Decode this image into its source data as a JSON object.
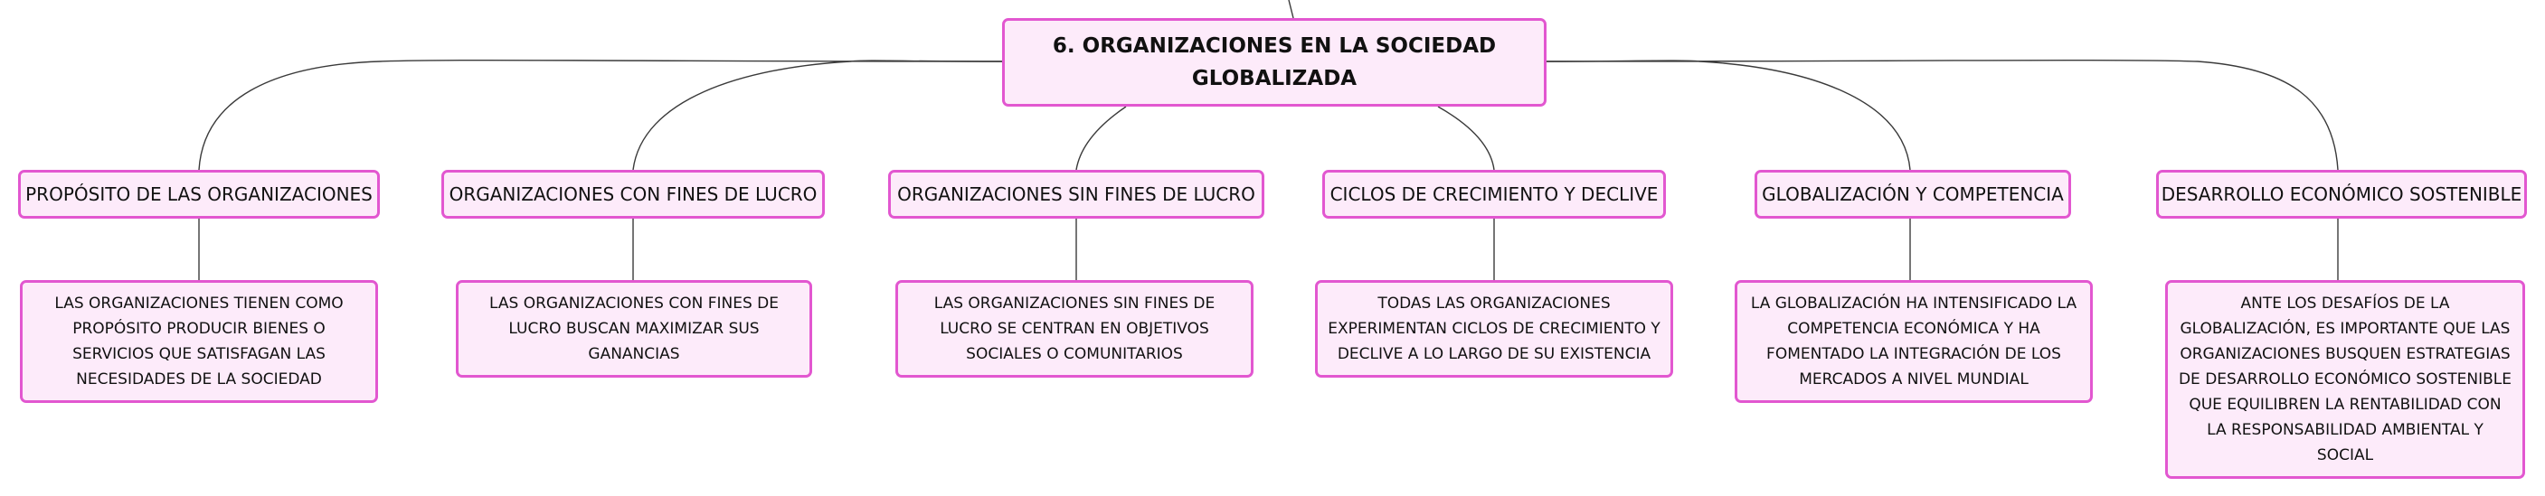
{
  "root": {
    "title": "6. ORGANIZACIONES EN LA SOCIEDAD GLOBALIZADA"
  },
  "branches": [
    {
      "label": "PROPÓSITO DE LAS ORGANIZACIONES",
      "detail": "LAS ORGANIZACIONES TIENEN COMO PROPÓSITO PRODUCIR BIENES O SERVICIOS QUE SATISFAGAN LAS NECESIDADES DE LA SOCIEDAD"
    },
    {
      "label": "ORGANIZACIONES CON FINES DE LUCRO",
      "detail": "LAS ORGANIZACIONES CON FINES DE LUCRO BUSCAN MAXIMIZAR SUS GANANCIAS"
    },
    {
      "label": "ORGANIZACIONES SIN FINES DE LUCRO",
      "detail": "LAS ORGANIZACIONES SIN FINES DE LUCRO SE CENTRAN EN OBJETIVOS SOCIALES O COMUNITARIOS"
    },
    {
      "label": "CICLOS DE CRECIMIENTO Y DECLIVE",
      "detail": "TODAS LAS ORGANIZACIONES EXPERIMENTAN CICLOS DE CRECIMIENTO Y DECLIVE A LO LARGO DE SU EXISTENCIA"
    },
    {
      "label": "GLOBALIZACIÓN Y COMPETENCIA",
      "detail": "LA GLOBALIZACIÓN HA INTENSIFICADO LA COMPETENCIA ECONÓMICA Y HA FOMENTADO LA INTEGRACIÓN DE LOS MERCADOS A NIVEL MUNDIAL"
    },
    {
      "label": "DESARROLLO ECONÓMICO SOSTENIBLE",
      "detail": "ANTE LOS DESAFÍOS DE LA GLOBALIZACIÓN, ES IMPORTANTE QUE LAS ORGANIZACIONES BUSQUEN ESTRATEGIAS DE DESARROLLO ECONÓMICO SOSTENIBLE QUE EQUILIBREN LA RENTABILIDAD CON LA RESPONSABILIDAD AMBIENTAL Y SOCIAL"
    }
  ],
  "colors": {
    "node_border": "#e257d0",
    "node_fill": "#fdebfa",
    "connector": "#3a3a3a"
  }
}
